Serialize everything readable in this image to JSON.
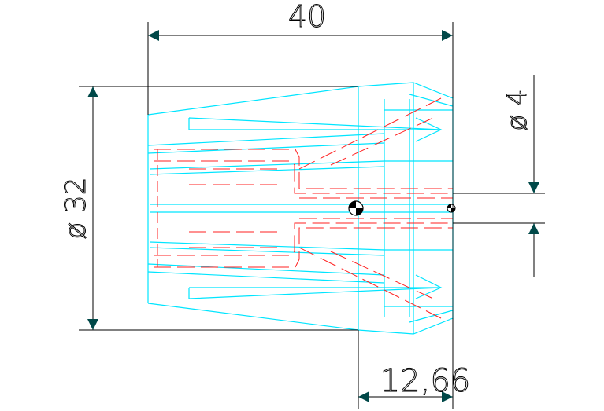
{
  "dimensions": {
    "overall_length": "40",
    "outer_diameter": "ø 32",
    "bore_diameter": "ø 4",
    "nose_length": "12,66"
  },
  "colors": {
    "outline": "#00e5ff",
    "hidden_lines": "#ff2020",
    "dimension_lines": "#000000",
    "arrowheads": "#004848",
    "background": "#ffffff"
  }
}
